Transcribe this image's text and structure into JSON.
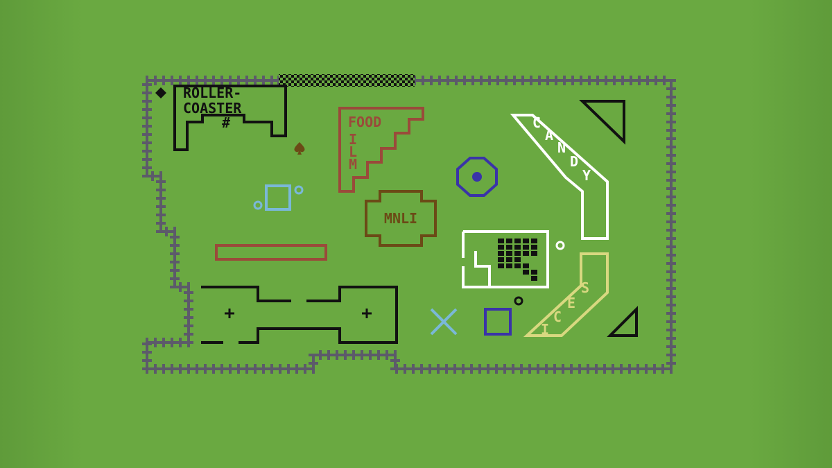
{
  "game": {
    "colors": {
      "grass": "#6aa941",
      "fence": "#5c5a6a",
      "black": "#111111",
      "brown": "#6b4a16",
      "red_brown": "#9a4a3a",
      "white": "#ffffff",
      "light_blue": "#7ab8d8",
      "blue": "#3a33a8",
      "yellow": "#d8d880"
    },
    "rides": {
      "roller_coaster": {
        "line1": "ROLLER-",
        "line2": "COASTER",
        "marker": "#"
      },
      "food_film": {
        "top": "FOOD",
        "letters": [
          "I",
          "L",
          "M"
        ]
      },
      "mnli": {
        "label": "MNLI"
      },
      "candy": {
        "letters": [
          "C",
          "A",
          "N",
          "D",
          "Y"
        ]
      },
      "ices": {
        "letters": [
          "I",
          "C",
          "E",
          "S"
        ]
      }
    },
    "icons": {
      "diamond": "diamond-icon",
      "spade": "spade-icon",
      "cross": "cross-mark-icon",
      "plus_left": "plus-icon",
      "plus_right": "plus-icon"
    }
  }
}
